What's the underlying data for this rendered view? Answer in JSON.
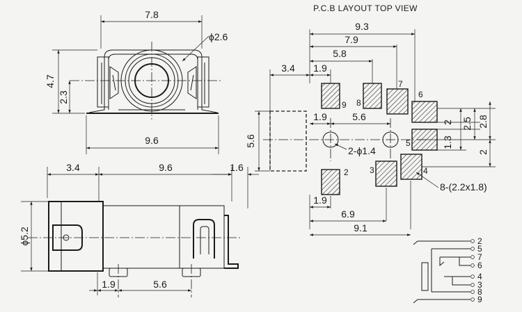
{
  "title": "P.C.B LAYOUT  TOP VIEW",
  "front_view": {
    "width": "7.8",
    "hole": "ϕ2.6",
    "height": "4.7",
    "center_height": "2.3",
    "base_width": "9.6"
  },
  "side_view": {
    "overhang": "3.4",
    "body_length": "9.6",
    "tail": "1.6",
    "diameter": "ϕ5.2",
    "pin_offset": "1.9",
    "pin_pitch": "5.6"
  },
  "pcb": {
    "top_dims": [
      "9.3",
      "7.9",
      "5.8",
      "3.4",
      "1.9"
    ],
    "mid_dims": [
      "1.9",
      "5.6"
    ],
    "left_dim": "5.6",
    "right_dims": [
      "2.5",
      "2.8",
      "2",
      "1.3",
      "2"
    ],
    "bottom_dims": [
      "1.9",
      "6.9",
      "9.1"
    ],
    "holes_label": "2-ϕ1.4",
    "pads_label": "8-(2.2x1.8)",
    "pad_numbers": [
      "9",
      "8",
      "7",
      "6",
      "5",
      "2",
      "3",
      "4"
    ]
  },
  "schematic": {
    "pin_labels": [
      "2",
      "5",
      "7",
      "6",
      "4",
      "3",
      "8",
      "9"
    ]
  }
}
